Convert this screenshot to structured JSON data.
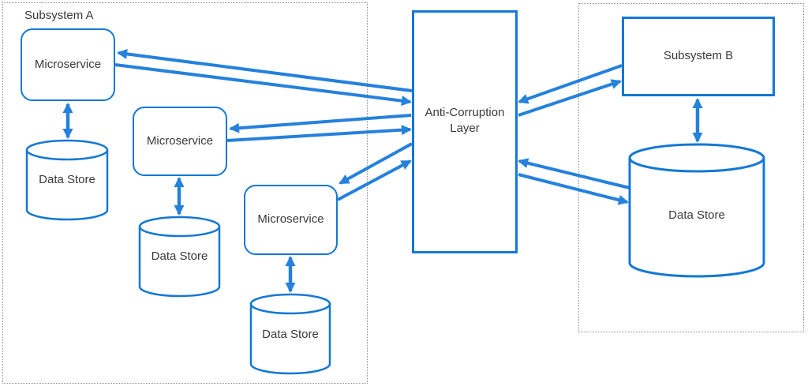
{
  "colors": {
    "shape_border": "#1478d4",
    "arrow": "#2581dc",
    "container_border": "#8c8c8c",
    "text": "#3a3a3a",
    "background": "#ffffff"
  },
  "subsystem_a": {
    "label": "Subsystem A",
    "microservices": [
      {
        "label": "Microservice"
      },
      {
        "label": "Microservice"
      },
      {
        "label": "Microservice"
      }
    ],
    "data_stores": [
      {
        "label": "Data Store"
      },
      {
        "label": "Data Store"
      },
      {
        "label": "Data Store"
      }
    ]
  },
  "anti_corruption_layer": {
    "label": "Anti-Corruption Layer"
  },
  "subsystem_b": {
    "label": "Subsystem B",
    "data_store": {
      "label": "Data Store"
    }
  },
  "connections": [
    {
      "from": "anti-corruption-layer",
      "to": "microservice-1",
      "arrows": "one-way"
    },
    {
      "from": "microservice-1",
      "to": "anti-corruption-layer",
      "arrows": "one-way"
    },
    {
      "from": "anti-corruption-layer",
      "to": "microservice-2",
      "arrows": "one-way"
    },
    {
      "from": "microservice-2",
      "to": "anti-corruption-layer",
      "arrows": "one-way"
    },
    {
      "from": "anti-corruption-layer",
      "to": "microservice-3",
      "arrows": "one-way"
    },
    {
      "from": "microservice-3",
      "to": "anti-corruption-layer",
      "arrows": "one-way"
    },
    {
      "from": "anti-corruption-layer",
      "to": "subsystem-b",
      "arrows": "one-way"
    },
    {
      "from": "subsystem-b",
      "to": "anti-corruption-layer",
      "arrows": "one-way"
    },
    {
      "from": "anti-corruption-layer",
      "to": "data-store-b",
      "arrows": "one-way"
    },
    {
      "from": "data-store-b",
      "to": "anti-corruption-layer",
      "arrows": "one-way"
    },
    {
      "from": "microservice-1",
      "to": "data-store-1",
      "arrows": "two-way"
    },
    {
      "from": "microservice-2",
      "to": "data-store-2",
      "arrows": "two-way"
    },
    {
      "from": "microservice-3",
      "to": "data-store-3",
      "arrows": "two-way"
    },
    {
      "from": "subsystem-b",
      "to": "data-store-b",
      "arrows": "two-way"
    }
  ]
}
